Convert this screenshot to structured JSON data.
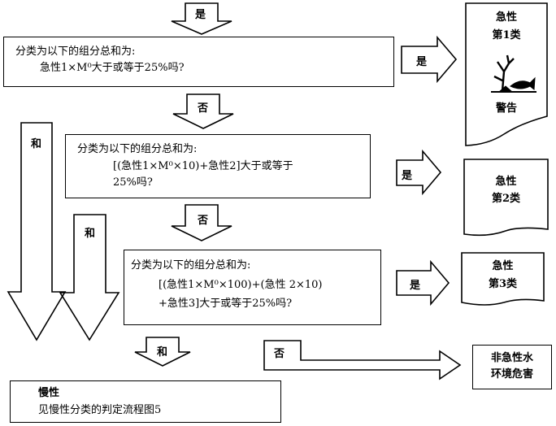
{
  "top_arrow": {
    "label": "是"
  },
  "box1": {
    "line1": "分类为以下的组分总和为:",
    "line2": "急性1×M⁰大于或等于25%吗?"
  },
  "box2": {
    "line1": "分类为以下的组分总和为:",
    "line2": "[(急性1×M⁰×10)+急性2]大于或等于",
    "line3": "25%吗?"
  },
  "box3": {
    "line1": "分类为以下的组分总和为:",
    "line2": "[(急性1×M⁰×100)+(急性 2×10)",
    "line3": "+急性3]大于或等于25%吗?"
  },
  "yes_labels": {
    "y1": "是",
    "y2": "是",
    "y3": "是"
  },
  "no_labels": {
    "n1": "否",
    "n2": "否",
    "n3": "否"
  },
  "and_labels": {
    "a1": "和",
    "a2": "和",
    "a3": "和"
  },
  "outcomes": {
    "cat1": {
      "line1": "急性",
      "line2": "第1类",
      "signal": "警告"
    },
    "cat2": {
      "line1": "急性",
      "line2": "第2类"
    },
    "cat3": {
      "line1": "急性",
      "line2": "第3类"
    },
    "not_hazard": {
      "line1": "非急性水",
      "line2": "环境危害"
    },
    "chronic": {
      "line1": "慢性",
      "line2": "见慢性分类的判定流程图5"
    }
  },
  "colors": {
    "line": "#000000",
    "background": "#ffffff"
  }
}
